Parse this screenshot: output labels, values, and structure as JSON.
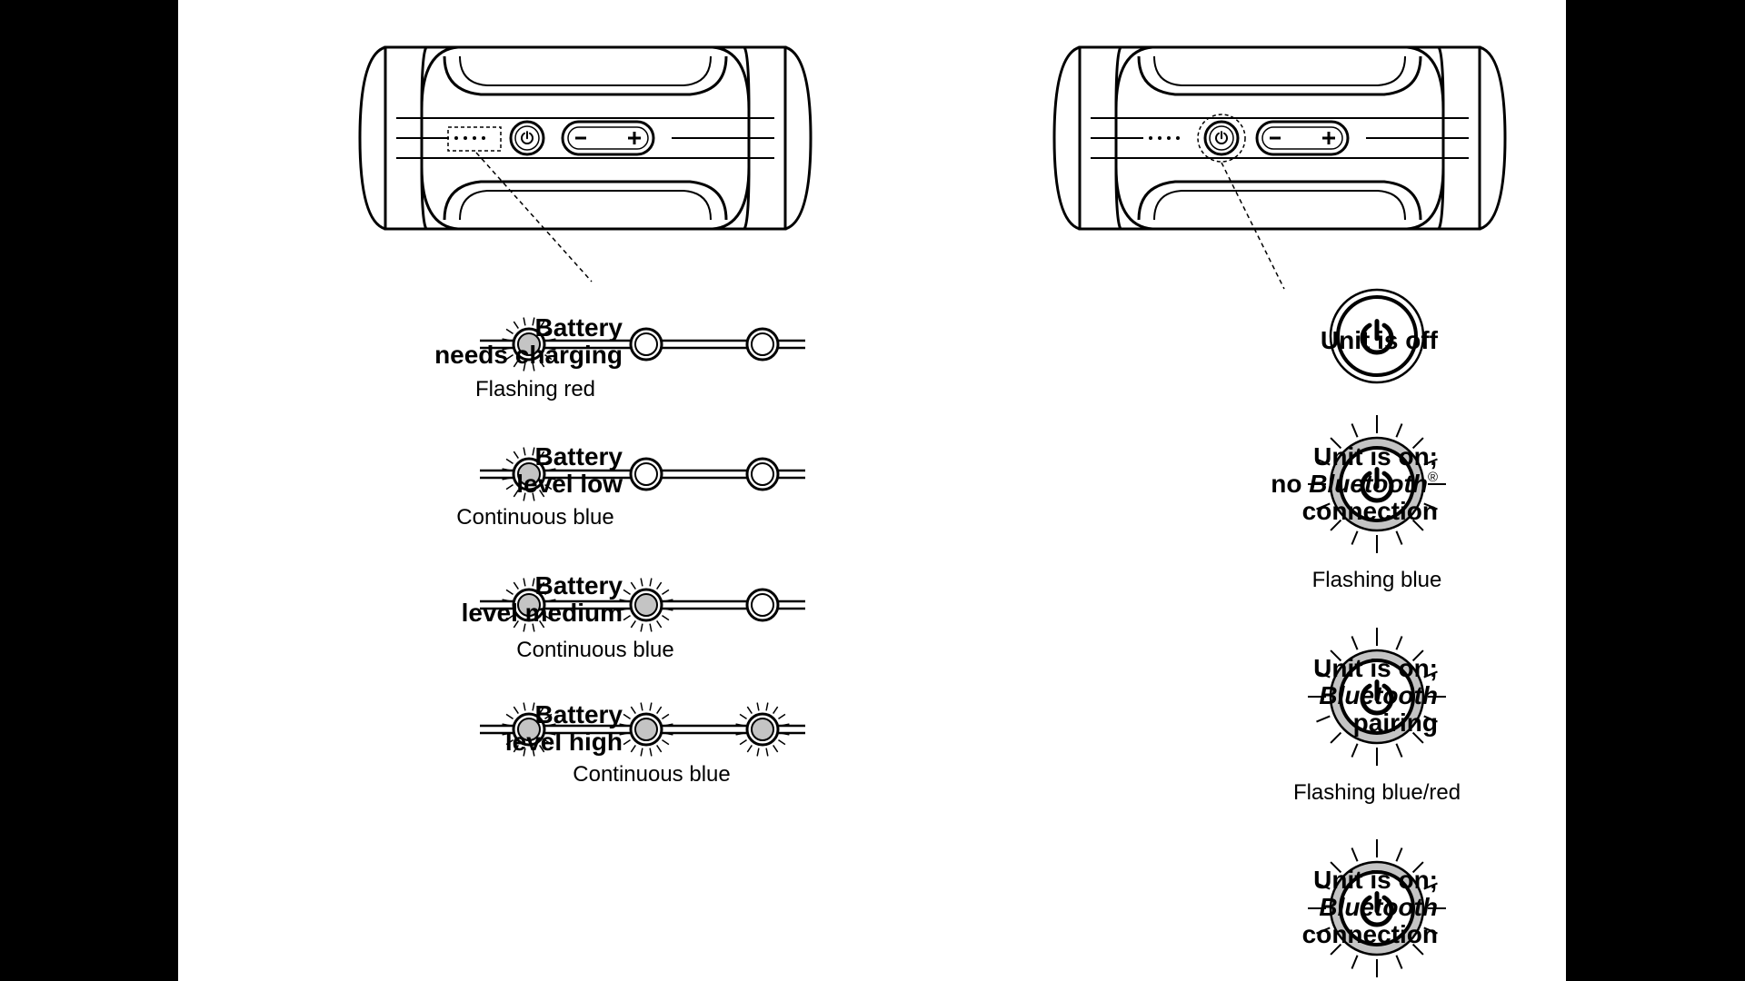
{
  "colors": {
    "background": "#000000",
    "page": "#ffffff",
    "ink": "#000000",
    "led_fill": "#c4c4c4"
  },
  "speaker_illustrations": [
    {
      "name": "speaker-left",
      "callout": "battery-led-indicators"
    },
    {
      "name": "speaker-right",
      "callout": "power-button"
    }
  ],
  "battery_states": [
    {
      "line1": "Battery",
      "line2": "needs charging",
      "caption": "Flashing red",
      "lit": 1
    },
    {
      "line1": "Battery",
      "line2": "level low",
      "caption": "Continuous blue",
      "lit": 1
    },
    {
      "line1": "Battery",
      "line2": "level medium",
      "caption": "Continuous blue",
      "lit": 2
    },
    {
      "line1": "Battery",
      "line2": "level high",
      "caption": "Continuous blue",
      "lit": 3
    }
  ],
  "unit_states": [
    {
      "text": "Unit is off",
      "caption": "",
      "lit": false
    },
    {
      "line1": "Unit is on;",
      "line2_prefix": "no ",
      "line2_italic": "Bluetooth",
      "line2_sup": "®",
      "line3": "connection",
      "caption": "Flashing blue",
      "lit": true
    },
    {
      "line1": "Unit is on;",
      "line2_italic": "Bluetooth",
      "line3": "pairing",
      "caption": "Flashing blue/red",
      "lit": true
    },
    {
      "line1": "Unit is on;",
      "line2_italic": "Bluetooth",
      "line3": "connection",
      "caption": "",
      "lit": true
    }
  ],
  "icons": {
    "power": "power-icon",
    "minus": "minus-icon",
    "plus": "plus-icon"
  }
}
